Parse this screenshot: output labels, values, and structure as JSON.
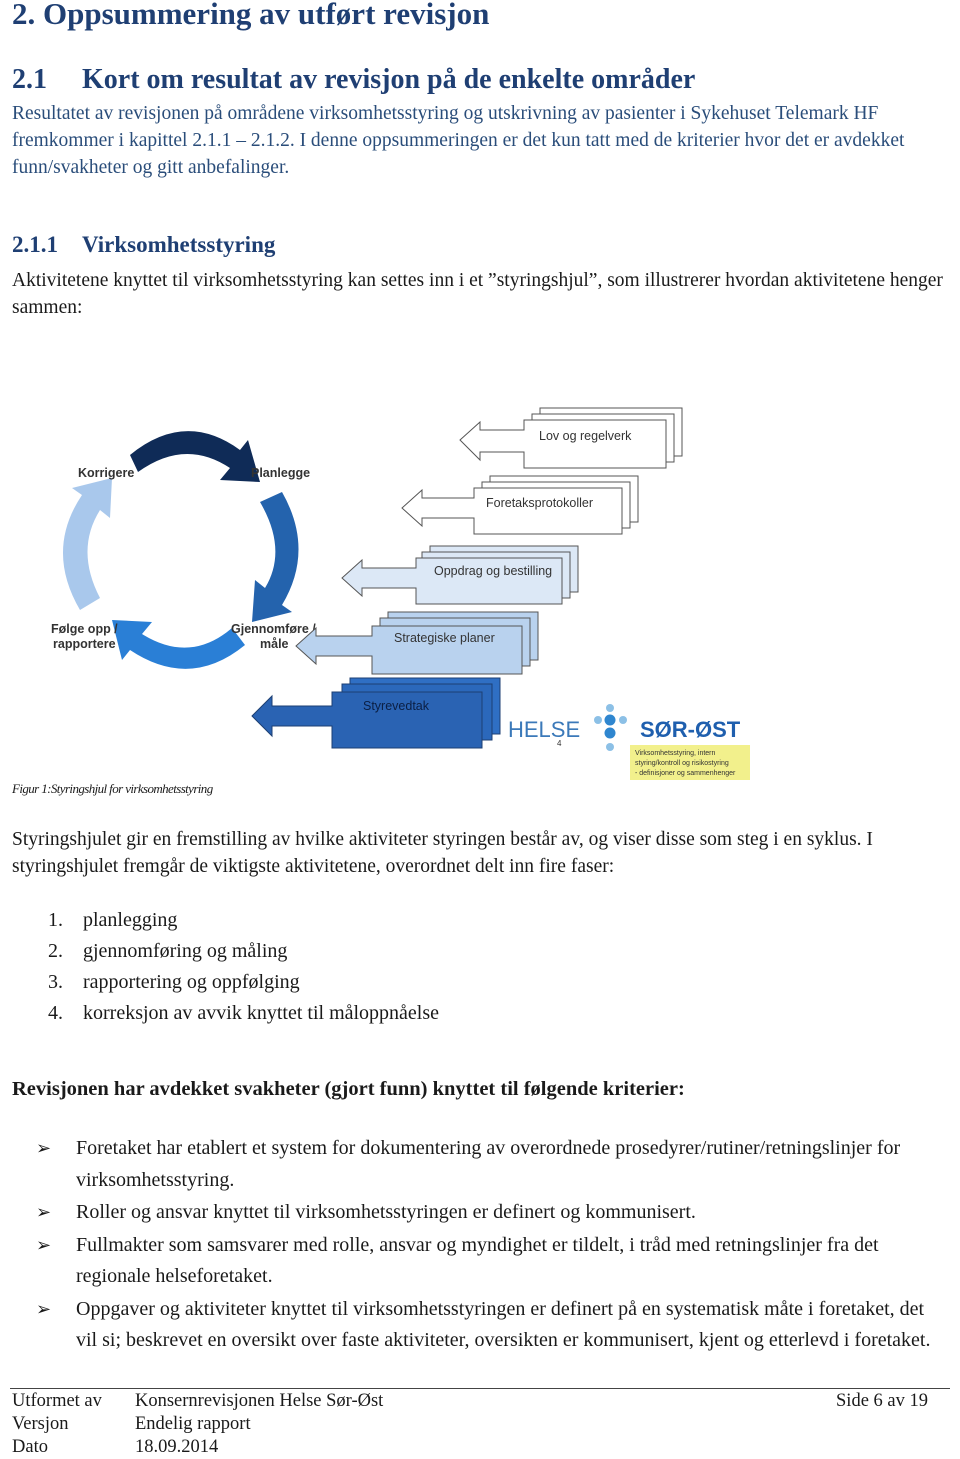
{
  "heading_main": "2. Oppsummering av utført revisjon",
  "heading_sub": {
    "num": "2.1",
    "title": "Kort om resultat av revisjon på de enkelte områder"
  },
  "intro_paragraph": "Resultatet av revisjonen på områdene virksomhetsstyring og utskrivning av pasienter i Sykehuset Telemark HF fremkommer i kapittel 2.1.1 – 2.1.2. I denne oppsummeringen er det kun tatt med de kriterier hvor det er avdekket funn/svakheter og gitt anbefalinger.",
  "heading_subsub": {
    "num": "2.1.1",
    "title": "Virksomhetsstyring"
  },
  "styring_paragraph": "Aktivitetene knyttet til virksomhetsstyring kan settes inn i et ”styringshjul”, som illustrerer hvordan aktivitetene henger sammen:",
  "figure": {
    "wheel_labels": {
      "korrigere": "Korrigere",
      "planlegge": "Planlegge",
      "folge_opp_1": "Følge opp /",
      "folge_opp_2": "rapportere",
      "gjennomfore_1": "Gjennomføre /",
      "gjennomfore_2": "måle"
    },
    "steps": [
      "Lov og regelverk",
      "Foretaksprotokoller",
      "Oppdrag og bestilling",
      "Strategiske planer",
      "Styrevedtak"
    ],
    "logo_helse": "HELSE",
    "logo_sor_ost": "SØR-ØST",
    "logo_small_number": "4",
    "note_line1": "Virksomhetsstyring, intern",
    "note_line2": "styring/kontroll og risikostyring",
    "note_line3": "- definisjoner og sammenhenger",
    "colors": {
      "dark_navy": "#0f2b57",
      "mid_blue": "#2463ad",
      "bright_blue": "#2a7fd6",
      "light_blue": "#a9c8ec",
      "note_yellow": "#f2f08c"
    }
  },
  "figure_caption": "Figur 1:Styringshjul for virksomhetsstyring",
  "wheel_paragraph": "Styringshjulet gir en fremstilling av hvilke aktiviteter styringen består av, og viser disse som steg i en syklus. I styringshjulet fremgår de viktigste aktivitetene, overordnet delt inn fire faser:",
  "phases": [
    {
      "n": "1.",
      "text": "planlegging"
    },
    {
      "n": "2.",
      "text": "gjennomføring og måling"
    },
    {
      "n": "3.",
      "text": "rapportering og oppfølging"
    },
    {
      "n": "4.",
      "text": "korreksjon av avvik knyttet til måloppnåelse"
    }
  ],
  "findings_heading": "Revisjonen har avdekket svakheter (gjort funn) knyttet til følgende kriterier:",
  "findings": [
    "Foretaket har etablert et system for dokumentering av overordnede prosedyrer/rutiner/retningslinjer for virksomhetsstyring.",
    "Roller og ansvar knyttet til virksomhetsstyringen er definert og kommunisert.",
    "Fullmakter som samsvarer med rolle, ansvar og myndighet er tildelt, i tråd med retningslinjer fra det regionale helseforetaket.",
    "Oppgaver og aktiviteter knyttet til virksomhetsstyringen er definert på en systematisk måte i foretaket, det vil si; beskrevet en oversikt over faste aktiviteter, oversikten er kommunisert, kjent og etterlevd i foretaket."
  ],
  "footer": {
    "label_utformet": "Utformet av",
    "value_utformet": "Konsernrevisjonen Helse Sør-Øst",
    "page": "Side 6 av 19",
    "label_versjon": "Versjon",
    "value_versjon": "Endelig rapport",
    "label_dato": "Dato",
    "value_dato": "18.09.2014"
  }
}
